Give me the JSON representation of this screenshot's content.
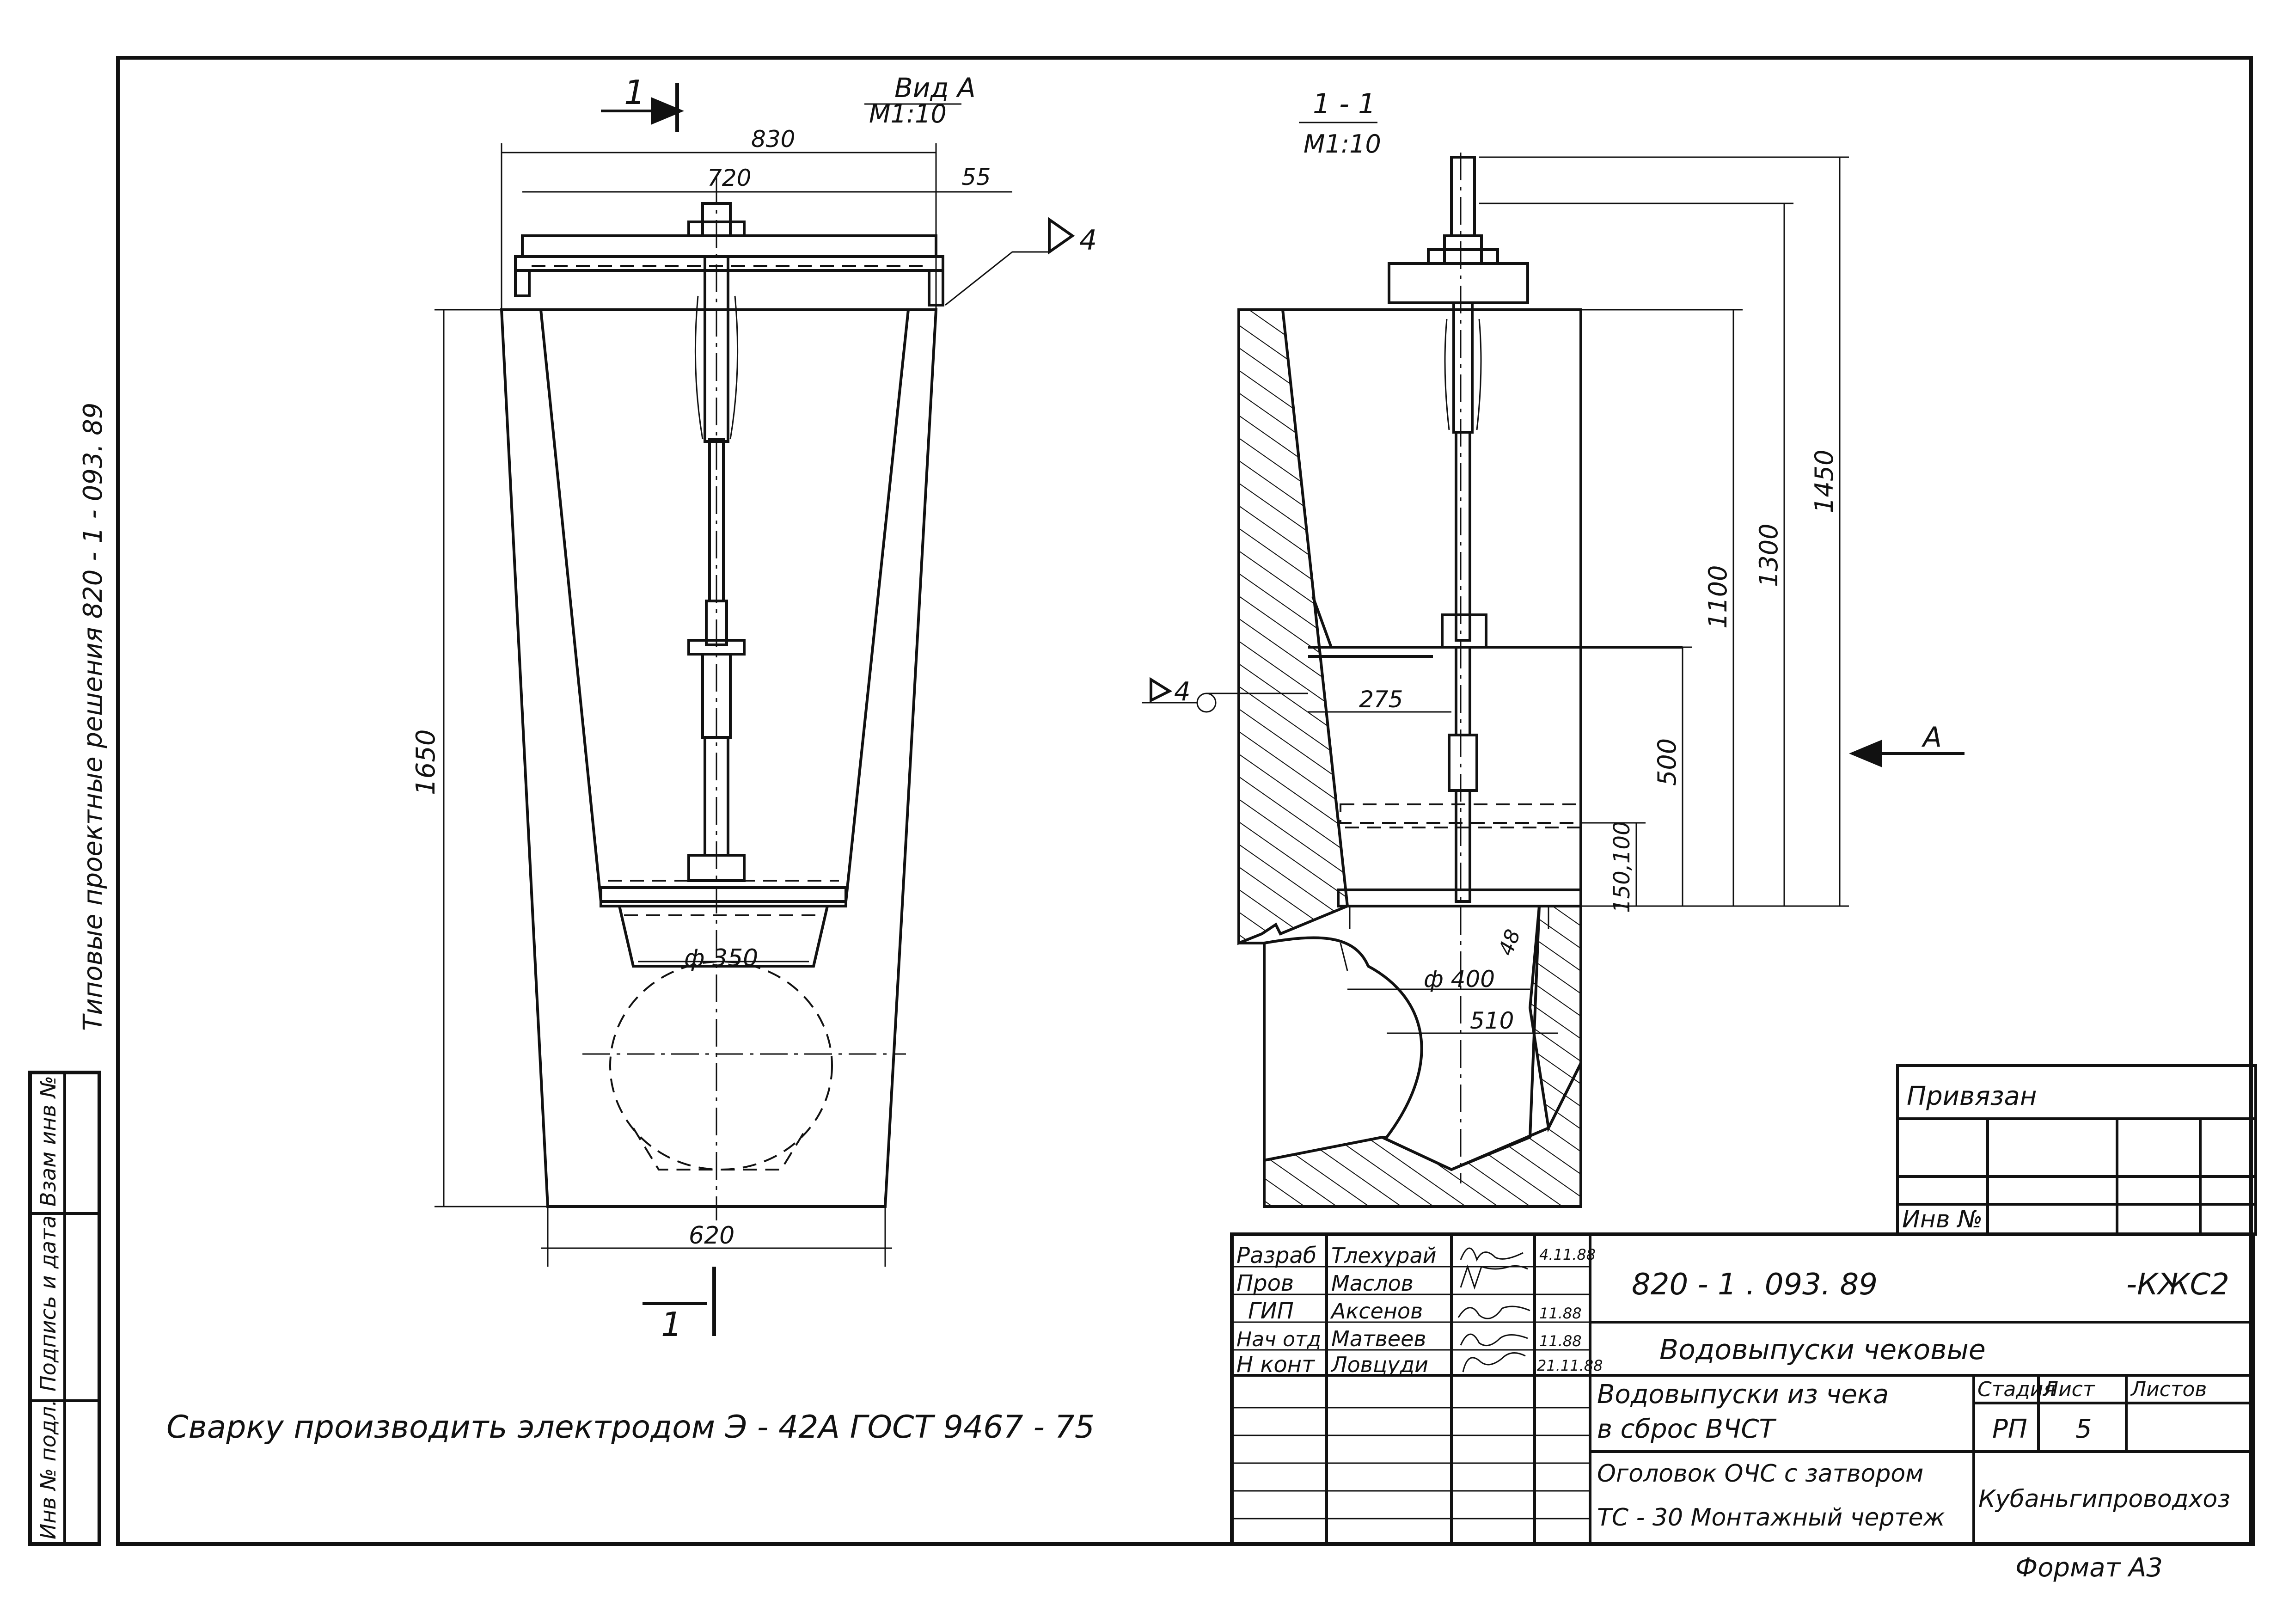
{
  "header": {
    "series_text": "Типовые   проектные   решения   820 - 1 - 093. 89"
  },
  "left_view": {
    "title": "Вид А",
    "scale": "М1:10",
    "section_mark": "1",
    "dim_830": "830",
    "dim_720": "720",
    "dim_55": "55",
    "dim_1650": "1650",
    "dim_phi350": "ф 350",
    "dim_620": "620",
    "weld_symbol": "4"
  },
  "right_view": {
    "title": "1 - 1",
    "scale": "М1:10",
    "dim_1450": "1450",
    "dim_1300": "1300",
    "dim_1100": "1100",
    "dim_500": "500",
    "dim_150_100": "150,100",
    "dim_275": "275",
    "dim_phi400": "ф 400",
    "dim_48": "48",
    "dim_510": "510",
    "weld_symbol": "4",
    "view_arrow": "А"
  },
  "note": "Сварку   производить   электродом  Э - 42А   ГОСТ  9467 - 75",
  "side_stamp": {
    "cells": [
      "Инв № подл.",
      "Подпись и дата",
      "Взам инв №"
    ]
  },
  "binding_table": {
    "title": "Привязан",
    "inv_label": "Инв №"
  },
  "title_block": {
    "roles": [
      "Разраб",
      "Пров",
      "ГИП",
      "Нач отд",
      "Н конт"
    ],
    "names": [
      "Тлехурай",
      "Маслов",
      "Аксенов",
      "Матвеев",
      "Ловцуди"
    ],
    "dates": [
      "4.11.88",
      "",
      "11.88",
      "11.88",
      "21.11.88"
    ],
    "designation": "820 - 1 . 093. 89",
    "code": "-КЖС2",
    "object_name": "Водовыпуски        чековые",
    "sheet_title_1": "Водовыпуски   из чека",
    "sheet_title_2": "в сброс  ВЧСТ",
    "drawing_title_1": "Оголовок ОЧС с затвором",
    "drawing_title_2": "ТС - 30 Монтажный чертеж",
    "stage_label": "Стадия",
    "sheet_label": "Лист",
    "sheets_label": "Листов",
    "stage_value": "РП",
    "sheet_value": "5",
    "organization": "Кубаньгипроводхоз"
  },
  "format_label": "Формат А3"
}
